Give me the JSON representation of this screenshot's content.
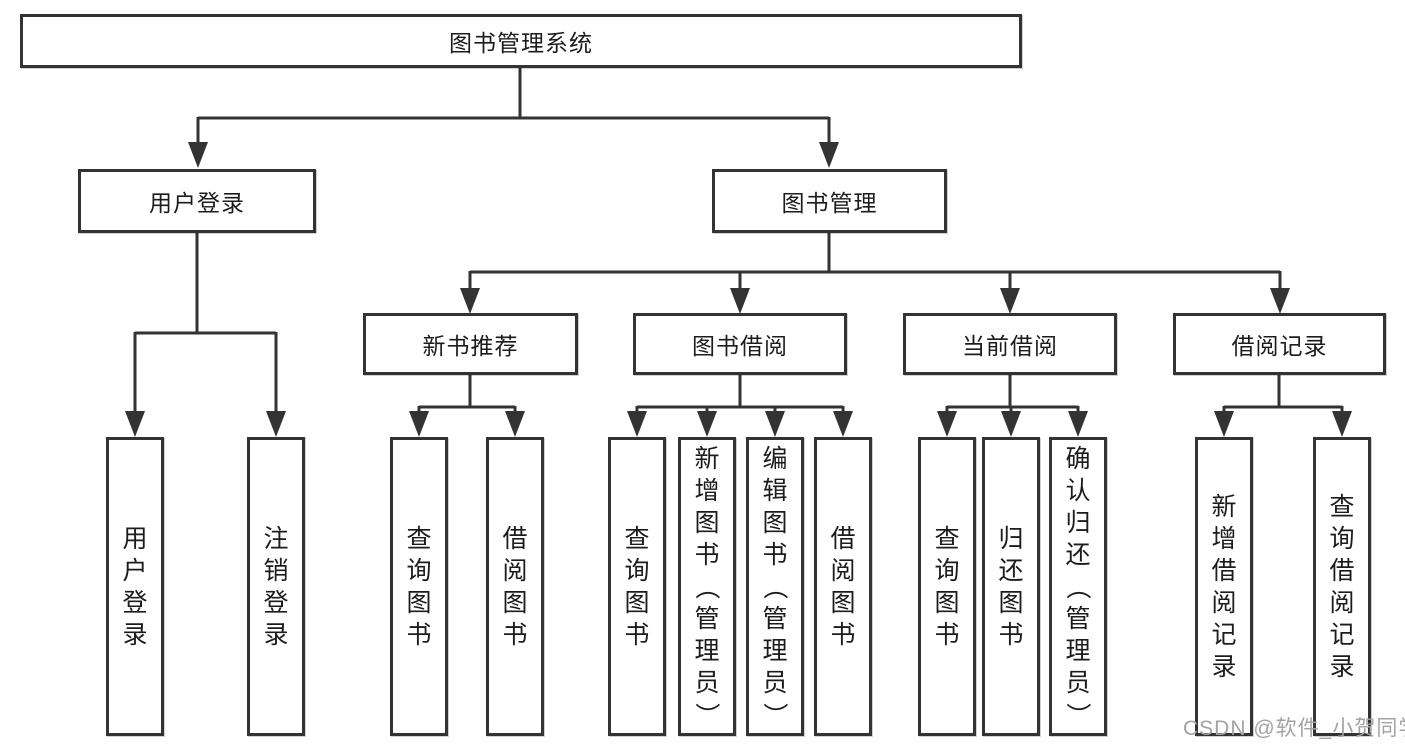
{
  "diagram": {
    "type": "tree",
    "root": {
      "label": "图书管理系统"
    },
    "level2": [
      {
        "label": "用户登录",
        "children": [
          "用户登录",
          "注销登录"
        ]
      },
      {
        "label": "图书管理",
        "children": [
          "新书推荐",
          "图书借阅",
          "当前借阅",
          "借阅记录"
        ]
      }
    ],
    "level3": [
      {
        "label": "新书推荐",
        "parent": "图书管理",
        "children": [
          "查询图书",
          "借阅图书"
        ]
      },
      {
        "label": "图书借阅",
        "parent": "图书管理",
        "children": [
          "查询图书",
          "新增图书（管理员）",
          "编辑图书（管理员）",
          "借阅图书"
        ]
      },
      {
        "label": "当前借阅",
        "parent": "图书管理",
        "children": [
          "查询图书",
          "归还图书",
          "确认归还（管理员）"
        ]
      },
      {
        "label": "借阅记录",
        "parent": "图书管理",
        "children": [
          "新增借阅记录",
          "查询借阅记录"
        ]
      }
    ]
  },
  "watermark": {
    "text": "CSDN @软件_小贺同学"
  },
  "colors": {
    "line": "#333333",
    "text": "#1c1c1c",
    "watermark": "#a3a3a3",
    "background": "#ffffff"
  }
}
